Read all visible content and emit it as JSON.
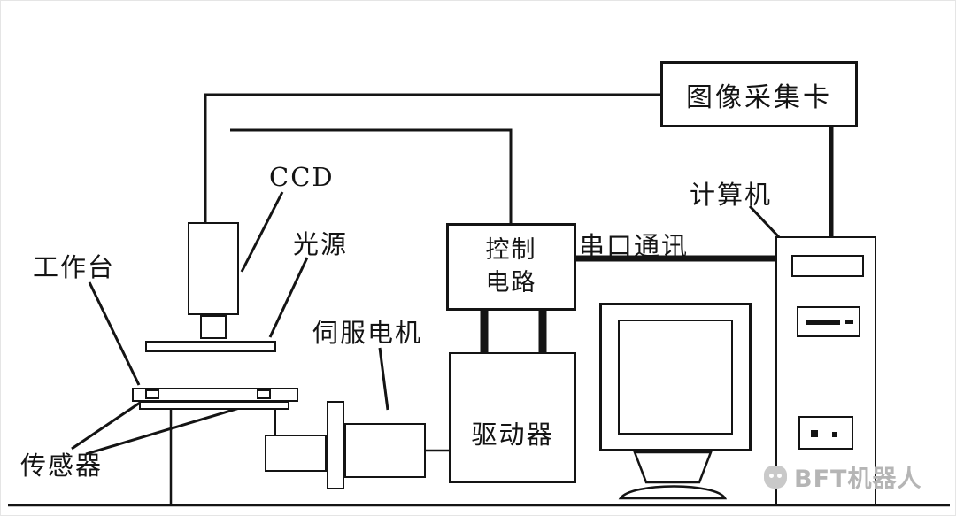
{
  "diagram": {
    "title_hint": "CCD machine-vision measurement system schematic",
    "labels": {
      "capture_card": "图像采集卡",
      "ccd": "CCD",
      "light_source": "光源",
      "worktable": "工作台",
      "sensor": "传感器",
      "servo_motor": "伺服电机",
      "control_circuit_line1": "控制",
      "control_circuit_line2": "电路",
      "driver": "驱动器",
      "serial_comm": "串口通讯",
      "computer": "计算机"
    },
    "watermark": "BFT机器人",
    "colors": {
      "line": "#141414",
      "background": "#ffffff",
      "watermark": "#b5b5b5"
    }
  }
}
